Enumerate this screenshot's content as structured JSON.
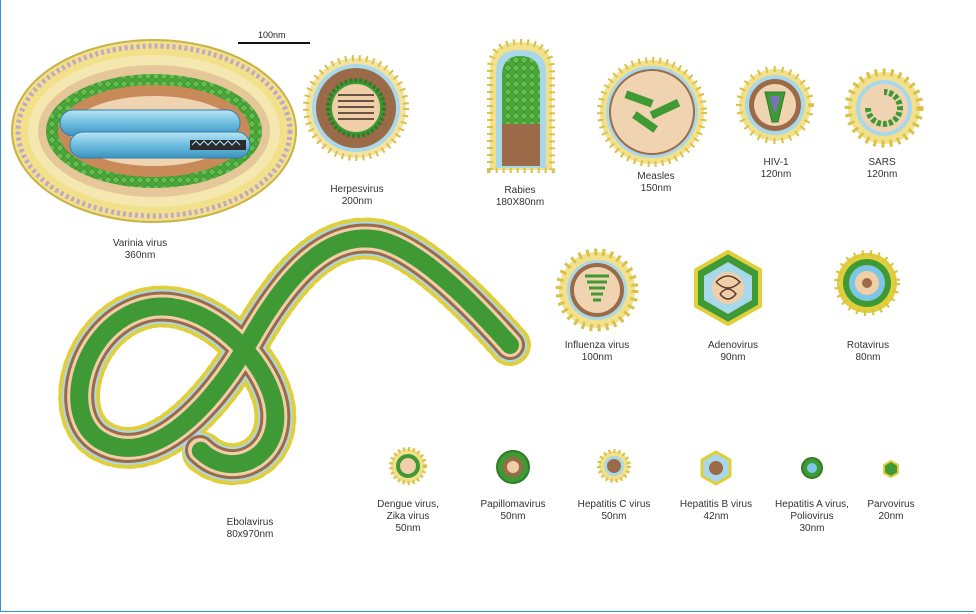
{
  "scale_bar": {
    "label": "100nm"
  },
  "viruses": [
    {
      "id": "vaccinia",
      "name": "Varinia virus",
      "size": "360nm"
    },
    {
      "id": "herpes",
      "name": "Herpesvirus",
      "size": "200nm"
    },
    {
      "id": "rabies",
      "name": "Rabies",
      "size": "180X80nm"
    },
    {
      "id": "measles",
      "name": "Measles",
      "size": "150nm"
    },
    {
      "id": "hiv",
      "name": "HIV-1",
      "size": "120nm"
    },
    {
      "id": "sars",
      "name": "SARS",
      "size": "120nm"
    },
    {
      "id": "influenza",
      "name": "Influenza virus",
      "size": "100nm"
    },
    {
      "id": "adeno",
      "name": "Adenovirus",
      "size": "90nm"
    },
    {
      "id": "rota",
      "name": "Rotavirus",
      "size": "80nm"
    },
    {
      "id": "ebola",
      "name": "Ebolavirus",
      "size": "80x970nm"
    },
    {
      "id": "dengue",
      "name": "Dengue virus,",
      "name2": "Zika virus",
      "size": "50nm"
    },
    {
      "id": "papilloma",
      "name": "Papillomavirus",
      "size": "50nm"
    },
    {
      "id": "hepc",
      "name": "Hepatitis C virus",
      "size": "50nm"
    },
    {
      "id": "hepb",
      "name": "Hepatitis B virus",
      "size": "42nm"
    },
    {
      "id": "hepa",
      "name": "Hepatitis A virus,",
      "name2": "Poliovirus",
      "size": "30nm"
    },
    {
      "id": "parvo",
      "name": "Parvovirus",
      "size": "20nm"
    }
  ],
  "colors": {
    "envelope": "#a9d8ea",
    "spike": "#e0cf3a",
    "capsid_green": "#3f9a35",
    "matrix_brown": "#8a5a3a",
    "core_tan": "#f0cfa8",
    "tube_blue": "#7ec6e6"
  }
}
